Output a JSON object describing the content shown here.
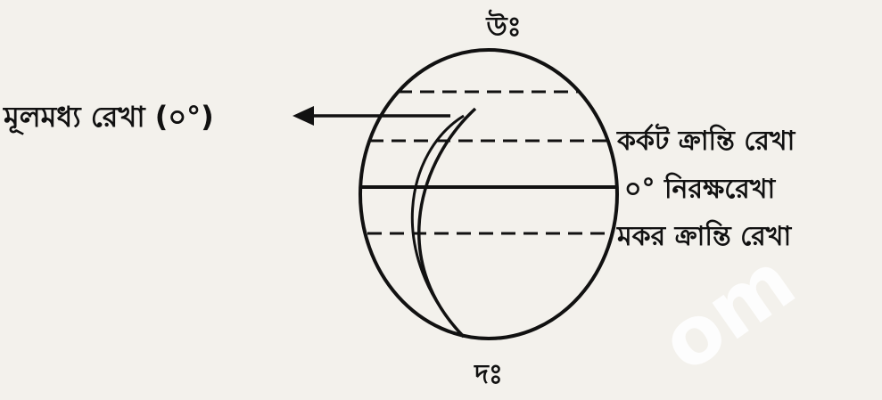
{
  "diagram": {
    "labels": {
      "north": "উঃ",
      "south": "দঃ",
      "prime_meridian": "মূলমধ্য রেখা (০°)",
      "tropic_of_cancer": "কর্কট ক্রান্তি রেখা",
      "equator": "০° নিরক্ষরেখা",
      "tropic_of_capricorn": "মকর ক্রান্তি রেখা"
    },
    "watermark": "om"
  }
}
